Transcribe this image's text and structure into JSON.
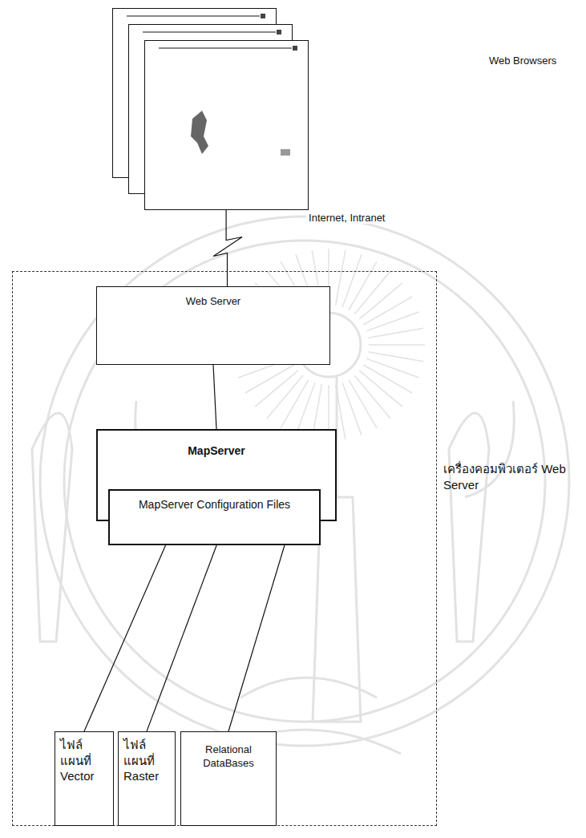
{
  "diagram": {
    "nodes": [
      {
        "text": [
          "Web Browsers"
        ]
      },
      {
        "text": [
          "เครื่องคอมพิวเตอร์ Web Server"
        ]
      },
      {
        "text": [
          "Web Server"
        ],
        "in": 1
      },
      {
        "text": [
          "MapServer"
        ],
        "in": 1
      },
      {
        "text": [
          "MapServer Configuration Files"
        ],
        "in": 1
      },
      {
        "text": [
          "ไฟล์ แผนที่ Vector"
        ],
        "in": 1
      },
      {
        "text": [
          "ไฟล์ แผนที่ Raster"
        ],
        "in": 1
      },
      {
        "text": [
          "Relational DataBases"
        ],
        "in": 1
      }
    ],
    "edges": [
      {
        "from": 0,
        "to": 2,
        "label": "Internet, Intranet",
        "arrow": "none"
      },
      {
        "from": 2,
        "to": 3,
        "arrow": "none"
      },
      {
        "from": 4,
        "to": 5,
        "arrow": "none"
      },
      {
        "from": 4,
        "to": 6,
        "arrow": "none"
      },
      {
        "from": 4,
        "to": 7,
        "arrow": "none"
      }
    ]
  }
}
